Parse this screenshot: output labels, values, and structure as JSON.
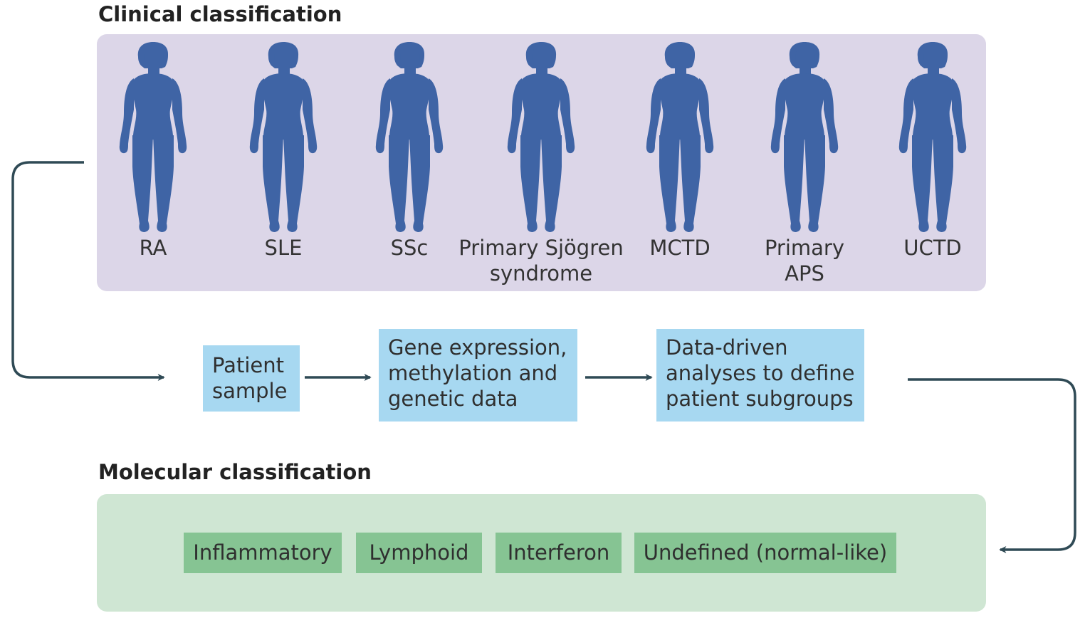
{
  "clinical": {
    "title": "Clinical classification",
    "figure_color": "#3f64a5",
    "panel_color": "#dcd6e8",
    "diseases": [
      {
        "line1": "RA",
        "line2": ""
      },
      {
        "line1": "SLE",
        "line2": ""
      },
      {
        "line1": "SSc",
        "line2": ""
      },
      {
        "line1": "Primary Sjögren",
        "line2": "syndrome"
      },
      {
        "line1": "MCTD",
        "line2": ""
      },
      {
        "line1": "Primary",
        "line2": "APS"
      },
      {
        "line1": "UCTD",
        "line2": ""
      }
    ]
  },
  "pipeline": {
    "box_color": "#a7d8f1",
    "arrow_color": "#2f4a55",
    "steps": [
      {
        "lines": [
          "Patient",
          "sample"
        ]
      },
      {
        "lines": [
          "Gene expression,",
          "methylation and",
          "genetic data"
        ]
      },
      {
        "lines": [
          "Data-driven",
          "analyses to define",
          "patient subgroups"
        ]
      }
    ]
  },
  "molecular": {
    "title": "Molecular classification",
    "panel_color": "#cfe6d3",
    "box_color": "#86c493",
    "groups": [
      "Inflammatory",
      "Lymphoid",
      "Interferon",
      "Undefined (normal-like)"
    ]
  }
}
